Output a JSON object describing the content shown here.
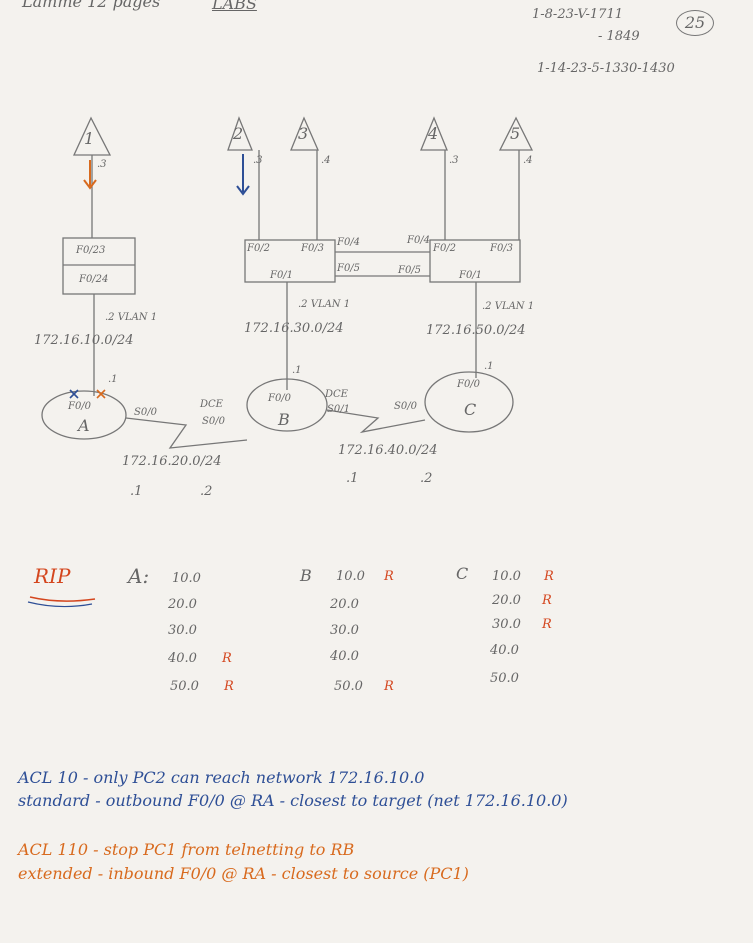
{
  "header": {
    "title_left": "Lamme 12 pages",
    "title_labs": "LABS",
    "ref1": "1-8-23-V-1711",
    "ref1b": "- 1849",
    "ref2": "1-14-23-5-1330-1430",
    "page_num": "25"
  },
  "pcs": [
    {
      "id": "1",
      "ip": ".3"
    },
    {
      "id": "2",
      "ip": ".3"
    },
    {
      "id": "3",
      "ip": ".4"
    },
    {
      "id": "4",
      "ip": ".3"
    },
    {
      "id": "5",
      "ip": ".4"
    }
  ],
  "switches": {
    "sw1": {
      "top": "F0/23",
      "bottom": "F0/24"
    },
    "sw2": {
      "p1": "F0/2",
      "p2": "F0/3",
      "p3": "F0/4",
      "p4": "F0/1",
      "p5": "F0/5"
    },
    "sw3": {
      "p1": "F0/4",
      "p2": "F0/2",
      "p3": "F0/3",
      "p4": "F0/5",
      "p5": "F0/1"
    }
  },
  "vlans": {
    "a": {
      "ip": ".2 VLAN 1",
      "net": "172.16.10.0/24"
    },
    "b": {
      "ip": ".2 VLAN 1",
      "net": "172.16.30.0/24"
    },
    "c": {
      "ip": ".2 VLAN 1",
      "net": "172.16.50.0/24"
    }
  },
  "routers": {
    "A": {
      "name": "A",
      "iface": "F0/0",
      "ip": ".1",
      "serial": "S0/0"
    },
    "B": {
      "name": "B",
      "iface": "F0/0",
      "ip": ".1",
      "serial0": "S0/0",
      "serial1": "S0/1",
      "dce_left": "DCE",
      "dce_right": "DCE"
    },
    "C": {
      "name": "C",
      "iface": "F0/0",
      "ip": ".1",
      "serial": "S0/0"
    }
  },
  "links": {
    "ab": {
      "net": "172.16.20.0/24",
      "ip1": ".1",
      "ip2": ".2"
    },
    "bc": {
      "net": "172.16.40.0/24",
      "ip1": ".1",
      "ip2": ".2"
    }
  },
  "rip": {
    "label": "RIP",
    "A": {
      "name": "A:",
      "rows": [
        {
          "n": "10.0",
          "r": ""
        },
        {
          "n": "20.0",
          "r": ""
        },
        {
          "n": "30.0",
          "r": ""
        },
        {
          "n": "40.0",
          "r": "R"
        },
        {
          "n": "50.0",
          "r": "R"
        }
      ]
    },
    "B": {
      "name": "B",
      "rows": [
        {
          "n": "10.0",
          "r": "R"
        },
        {
          "n": "20.0",
          "r": ""
        },
        {
          "n": "30.0",
          "r": ""
        },
        {
          "n": "40.0",
          "r": ""
        },
        {
          "n": "50.0",
          "r": "R"
        }
      ]
    },
    "C": {
      "name": "C",
      "rows": [
        {
          "n": "10.0",
          "r": "R"
        },
        {
          "n": "20.0",
          "r": "R"
        },
        {
          "n": "30.0",
          "r": "R"
        },
        {
          "n": "40.0",
          "r": ""
        },
        {
          "n": "50.0",
          "r": ""
        }
      ]
    }
  },
  "acl10": {
    "line1": "ACL 10 - only PC2 can reach network 172.16.10.0",
    "line2": "standard - outbound F0/0 @ RA - closest to target (net 172.16.10.0)"
  },
  "acl110": {
    "line1": "ACL 110 - stop PC1 from telnetting to RB",
    "line2": "extended - inbound F0/0 @ RA - closest to source (PC1)"
  },
  "colors": {
    "pencil": "#6a6a6a",
    "red": "#d4461e",
    "blue": "#2e4f96",
    "orange": "#d86a1e"
  }
}
